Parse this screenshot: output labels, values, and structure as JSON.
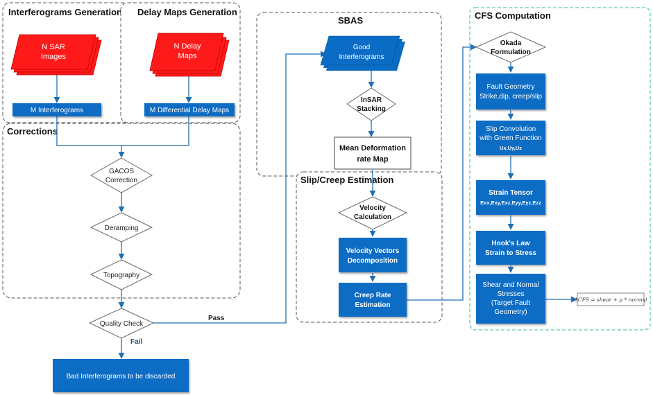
{
  "colors": {
    "blue_box": "#0a6cc4",
    "red_box": "#ff1a1a",
    "arrow": "#1f6fb5",
    "group_border": "#555555",
    "cfs_border": "#5fc9a8",
    "diamond_border": "#666666",
    "pass_label": "#222222",
    "fail_label": "#1f4e79"
  },
  "groups": {
    "interferograms": {
      "title": "Interferograms Generation"
    },
    "delay_maps": {
      "title": "Delay Maps Generation"
    },
    "corrections": {
      "title": "Corrections"
    },
    "sbas": {
      "title": "SBAS"
    },
    "slip_creep": {
      "title": "Slip/Creep Estimation"
    },
    "cfs": {
      "title": "CFS Computation"
    }
  },
  "nodes": {
    "n_sar_images": {
      "lines": [
        "N SAR",
        "Images"
      ]
    },
    "n_delay_maps": {
      "lines": [
        "N Delay",
        "Maps"
      ]
    },
    "m_interferograms": {
      "label": "M Interferograms"
    },
    "m_differential_delay_maps": {
      "label": "M Differential Delay Maps"
    },
    "gacos_correction": {
      "lines": [
        "GACOS",
        "Correction"
      ]
    },
    "deramping": {
      "label": "Deramping"
    },
    "topography": {
      "label": "Topography"
    },
    "quality_check": {
      "label": "Quality Check"
    },
    "bad_interferograms": {
      "label": "Bad Interferograms to be discarded"
    },
    "good_interferograms": {
      "lines": [
        "Good",
        "Interferograms"
      ]
    },
    "insar_stacking": {
      "lines": [
        "InSAR",
        "Stacking"
      ]
    },
    "mean_deformation": {
      "lines": [
        "Mean Deformation",
        "rate Map"
      ]
    },
    "velocity_calculation": {
      "lines": [
        "Velocity",
        "Calculation"
      ]
    },
    "velocity_vectors": {
      "lines": [
        "Velocity Vectors",
        "Decomposition"
      ]
    },
    "creep_rate": {
      "lines": [
        "Creep Rate",
        "Estimation"
      ]
    },
    "okada": {
      "lines": [
        "Okada",
        "Formulation"
      ]
    },
    "fault_geometry": {
      "lines": [
        "Fault Geometry",
        "Strike,dip, creep/slip"
      ]
    },
    "slip_convolution": {
      "lines": [
        "Slip Convolution",
        "with Green Function"
      ],
      "sub": "Ux,Uy,Uz"
    },
    "strain_tensor": {
      "title": "Strain Tensor",
      "sub": "Exx,Exy,Exz,Eyy,Eyz,Ezz"
    },
    "hooks_law": {
      "lines": [
        "Hook's Law",
        "Strain to Stress"
      ]
    },
    "shear_normal": {
      "lines": [
        "Shear and Normal",
        "Stresses",
        "(Target Fault",
        "Geometry)"
      ]
    },
    "delta_cfs": {
      "label": "ΔCFS = shear + μ * normal"
    }
  },
  "edge_labels": {
    "pass": "Pass",
    "fail": "Fail"
  }
}
